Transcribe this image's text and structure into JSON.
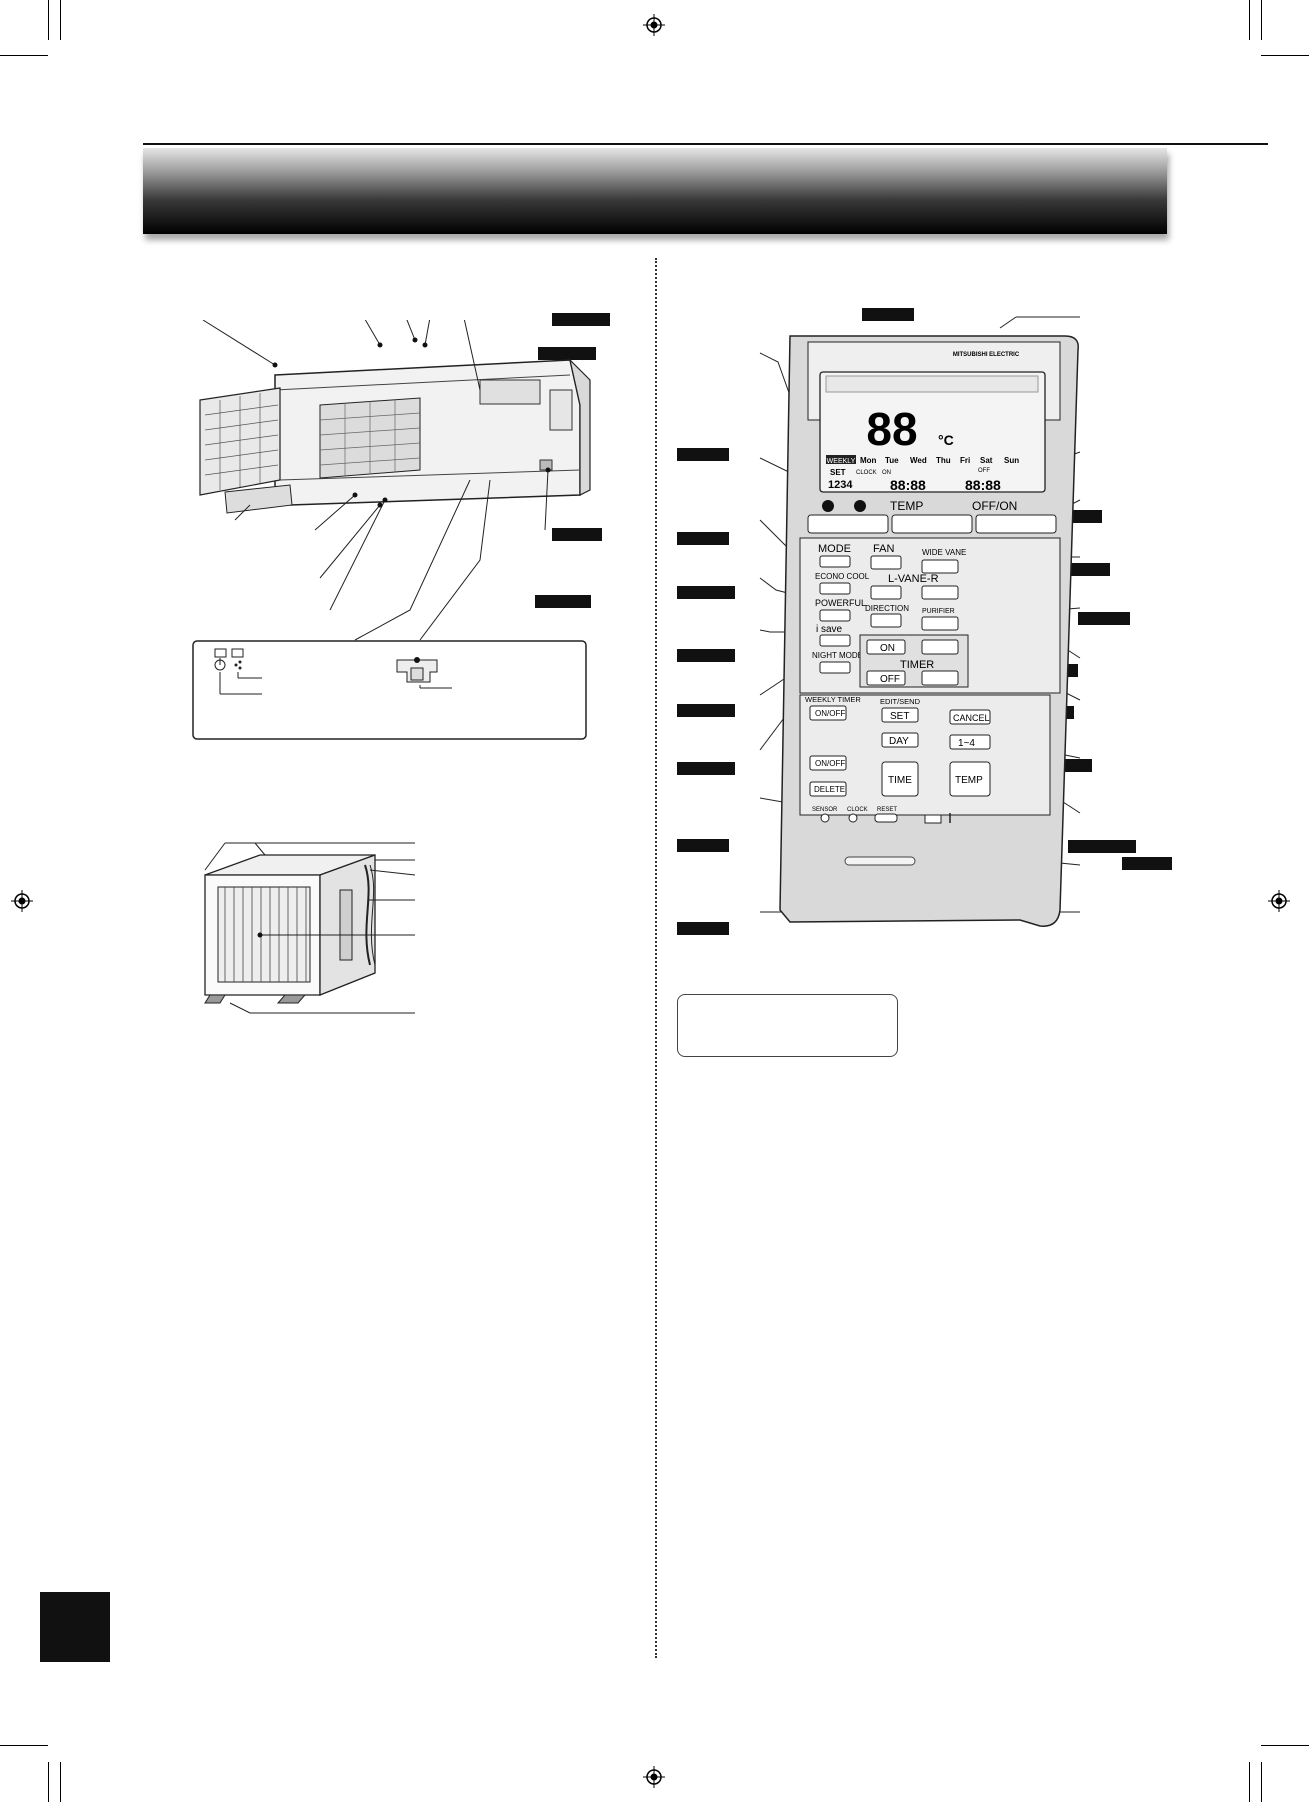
{
  "remote": {
    "brand": "MITSUBISHI ELECTRIC",
    "display": {
      "temperature": "88",
      "unit": "°C",
      "weekly_label": "WEEKLY",
      "days": [
        "Mon",
        "Tue",
        "Wed",
        "Thu",
        "Fri",
        "Sat",
        "Sun"
      ],
      "set_label": "SET",
      "clock_label": "CLOCK",
      "on_label": "ON",
      "off_label": "OFF",
      "program_numbers": "1234",
      "time_left": "88:88",
      "time_right": "88:88"
    },
    "buttons": {
      "temp": "TEMP",
      "off_on": "OFF/ON",
      "mode": "MODE",
      "fan": "FAN",
      "wide_vane": "WIDE VANE",
      "econo_cool": "ECONO COOL",
      "l_vane_r": "L-VANE-R",
      "powerful": "POWERFUL",
      "direction": "DIRECTION",
      "purifier": "PURIFIER",
      "i_save": "i save",
      "night_mode": "NIGHT MODE",
      "timer": "TIMER",
      "timer_on": "ON",
      "timer_off": "OFF",
      "weekly_timer": "WEEKLY TIMER",
      "on_off": "ON/OFF",
      "edit_send": "EDIT/SEND",
      "set": "SET",
      "cancel": "CANCEL",
      "day": "DAY",
      "one_to_four": "1~4",
      "delete": "DELETE",
      "time": "TIME",
      "temp_small": "TEMP",
      "sensor": "SENSOR",
      "clock": "CLOCK",
      "reset": "RESET"
    }
  }
}
